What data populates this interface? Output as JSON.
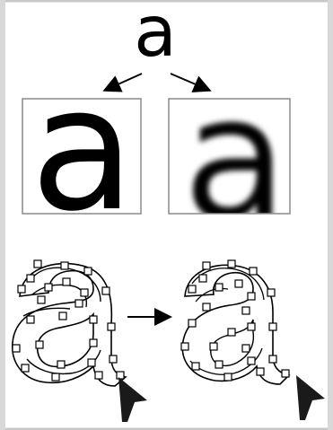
{
  "figure": {
    "source_glyph": "a",
    "crop_sharp_glyph": "a",
    "crop_blurred_glyph": "a"
  },
  "colors": {
    "border_gray": "#c8c8c8",
    "glyph_black": "#000000",
    "background": "#ffffff"
  },
  "icons": {
    "arrow": "down-left-arrow",
    "arrow2": "down-right-arrow",
    "arrow3": "right-arrow",
    "cursor": "mouse-pointer-icon"
  }
}
